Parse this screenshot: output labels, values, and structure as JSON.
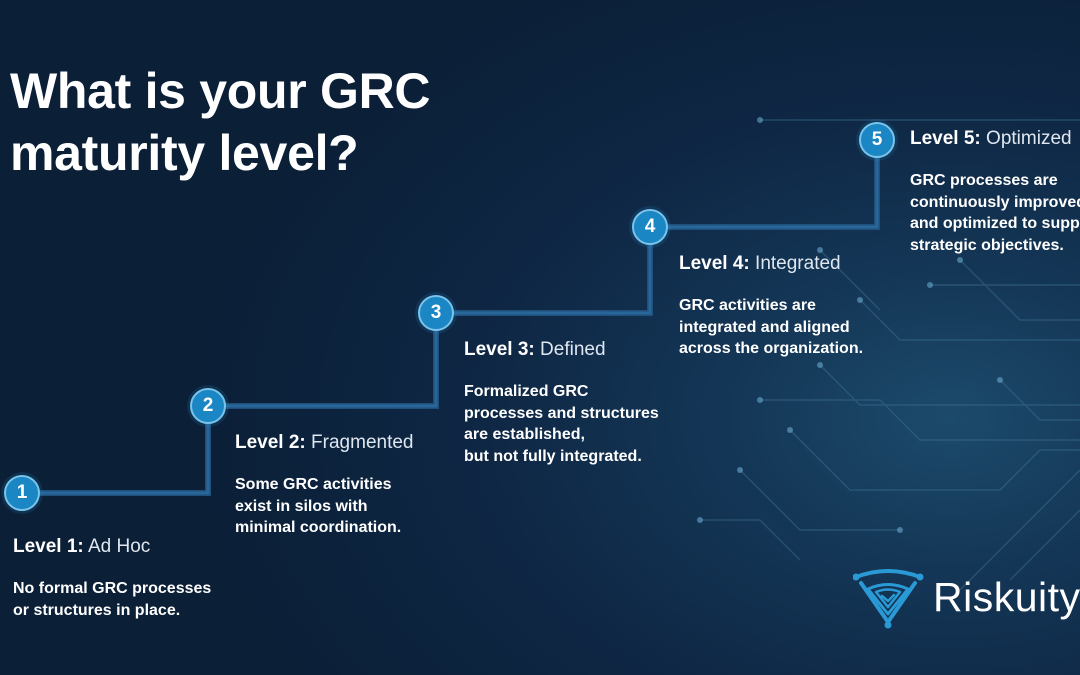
{
  "title": {
    "line1": "What is your GRC",
    "line2": "maturity level?"
  },
  "levels": [
    {
      "number": "1",
      "lead": "Level 1:",
      "name": "Ad Hoc",
      "desc": [
        "No formal GRC processes",
        "or structures in place."
      ]
    },
    {
      "number": "2",
      "lead": "Level 2:",
      "name": "Fragmented",
      "desc": [
        "Some GRC activities",
        "exist in silos with",
        "minimal coordination."
      ]
    },
    {
      "number": "3",
      "lead": "Level 3:",
      "name": "Defined",
      "desc": [
        "Formalized GRC",
        "processes and structures",
        "are established,",
        "but not fully integrated."
      ]
    },
    {
      "number": "4",
      "lead": "Level 4:",
      "name": "Integrated",
      "desc": [
        "GRC activities are",
        "integrated and aligned",
        "across the organization."
      ]
    },
    {
      "number": "5",
      "lead": "Level 5:",
      "name": "Optimized",
      "desc": [
        "GRC processes are",
        "continuously improved",
        "and optimized to support",
        "strategic objectives."
      ]
    }
  ],
  "brand": {
    "name": "Riskuity",
    "logo_icon": "shield-logo-icon"
  },
  "colors": {
    "background": "#0e2744",
    "accent": "#1b86c4",
    "text": "#ffffff"
  }
}
